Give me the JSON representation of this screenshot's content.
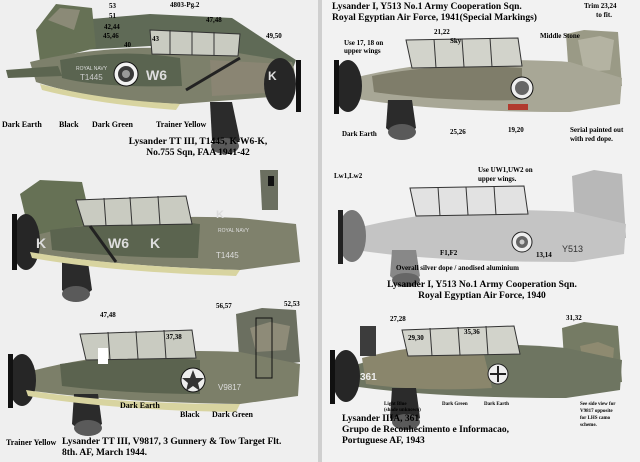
{
  "page_ref": "4803-Pg.2",
  "profiles": [
    {
      "id": "p1",
      "caption": [
        "Lysander TT III, T1445, K-W6-K,",
        "No.755 Sqn, FAA 1941-42"
      ],
      "callouts": {
        "c53": "53",
        "c51": "51",
        "c4244": "42,44",
        "c4546": "45,46",
        "c40": "40",
        "c43": "43",
        "c4748": "47,48",
        "c4950": "49,50"
      },
      "colors": [
        "Dark Earth",
        "Black",
        "Dark Green",
        "Trainer Yellow"
      ],
      "markings": {
        "serial": "T1445",
        "navy": "ROYAL NAVY",
        "code": "W6",
        "code2": "K"
      }
    },
    {
      "id": "p2",
      "caption": [],
      "markings": {
        "serial": "T1445",
        "navy": "ROYAL NAVY",
        "code": "W6",
        "k1": "K",
        "k2": "K",
        "k3": "K"
      }
    },
    {
      "id": "p3",
      "caption": [
        "Lysander TT III, V9817, 3 Gunnery & Tow Target Flt.",
        "8th. AF, March 1944."
      ],
      "callouts": {
        "c4748": "47,48",
        "c3738": "37,38",
        "c5657": "56,57",
        "c5253": "52,53"
      },
      "colors": [
        "Dark Earth",
        "Black",
        "Dark Green",
        "Trainer Yellow"
      ],
      "markings": {
        "serial": "V9817"
      }
    },
    {
      "id": "p4",
      "caption": [
        "Lysander I, Y513 No.1 Army Cooperation Sqn.",
        "Royal Egyptian Air Force, 1941(Special Markings)"
      ],
      "callouts": {
        "c2122": "21,22",
        "c2324": "Trim 23,24",
        "c2324b": "to fit.",
        "c2526": "25,26",
        "c1920": "19,20"
      },
      "notes": {
        "wings": [
          "Use 17, 18 on",
          "upper wings"
        ],
        "sky": "Sky",
        "stone": "Middle Stone",
        "earth": "Dark Earth",
        "serial": [
          "Serial painted out",
          "with red dope."
        ]
      }
    },
    {
      "id": "p5",
      "caption": [
        "Lysander I, Y513 No.1 Army Cooperation Sqn.",
        "Royal Egyptian Air Force, 1940"
      ],
      "callouts": {
        "lw": "Lw1,Lw2",
        "f": "F1,F2",
        "c1314": "13,14"
      },
      "notes": {
        "uw": [
          "Use UW1,UW2 on",
          "upper wings."
        ],
        "silver": "Overall silver dope / anodised aluminium"
      },
      "markings": {
        "serial": "Y513"
      }
    },
    {
      "id": "p6",
      "caption": [
        "Lysander IIIA, 361",
        "Grupo de Reconhecimento e Informacao,",
        "Portuguese AF, 1943"
      ],
      "callouts": {
        "c2728": "27,28",
        "c2930": "29,30",
        "c3536": "35,36",
        "c3132": "31,32"
      },
      "notes": {
        "lightblue": [
          "Light Blue",
          "(shade unknown)"
        ],
        "darkgreen": "Dark Green",
        "darkearth": "Dark Earth",
        "seeside": [
          "See side view for",
          "V9817 opposite",
          "for LHS camo",
          "scheme."
        ]
      },
      "markings": {
        "code": "361"
      }
    }
  ]
}
